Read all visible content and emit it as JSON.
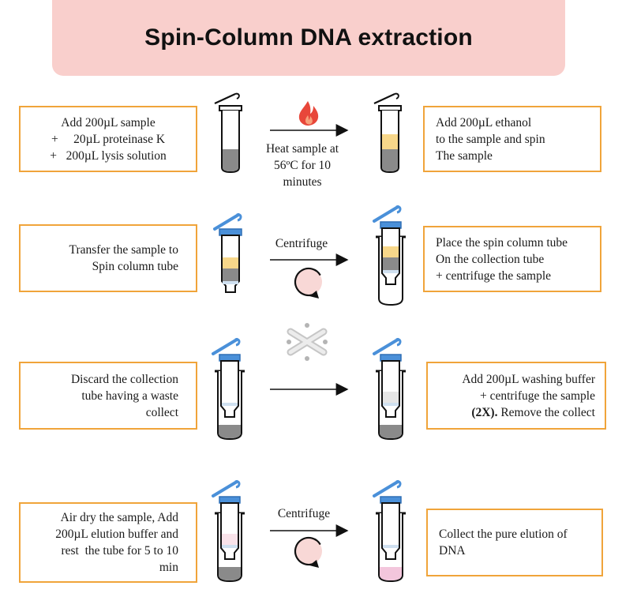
{
  "title": "Spin-Column DNA extraction",
  "steps": [
    {
      "left_lines": [
        "Add 200µL sample",
        "+     20µL proteinase K",
        "+   200µL lysis solution"
      ],
      "middle_lines": [
        "Heat sample at",
        "56ºC for 10",
        "minutes"
      ],
      "right_lines": [
        "Add 200µL ethanol",
        "to the sample and spin",
        "The sample"
      ],
      "icon": "flame-icon"
    },
    {
      "left_lines": [
        "Transfer the sample to",
        "Spin column tube"
      ],
      "middle_lines": [
        "Centrifuge"
      ],
      "right_lines": [
        "Place the spin column tube",
        "On the collection tube",
        "+ centrifuge the sample"
      ],
      "icon": "rotation-icon"
    },
    {
      "left_lines": [
        "Discard the collection",
        "tube having a waste",
        "collect"
      ],
      "middle_lines": [],
      "right_lines": [
        "Add 200µL washing buffer",
        "+ centrifuge the sample"
      ],
      "right_bold": "(2X).",
      "right_tail": " Remove the collect",
      "icon": "discard-icon"
    },
    {
      "left_lines": [
        "Air dry the sample, Add",
        "200µL elution buffer and",
        "rest  the tube for 5 to 10",
        "min"
      ],
      "middle_lines": [
        "Centrifuge"
      ],
      "right_lines": [
        "Collect the pure elution of",
        "DNA"
      ],
      "icon": "rotation-icon"
    }
  ],
  "colors": {
    "header_bg": "#f9cfcc",
    "box_border": "#f0a43a",
    "cap_blue": "#4a90d9",
    "sample_gray": "#8a8a8a",
    "ethanol_yellow": "#f7d78a",
    "elution_pink": "#f3c6dc",
    "flame_red": "#e8473a",
    "rotation_pink": "#f8d8d6"
  }
}
